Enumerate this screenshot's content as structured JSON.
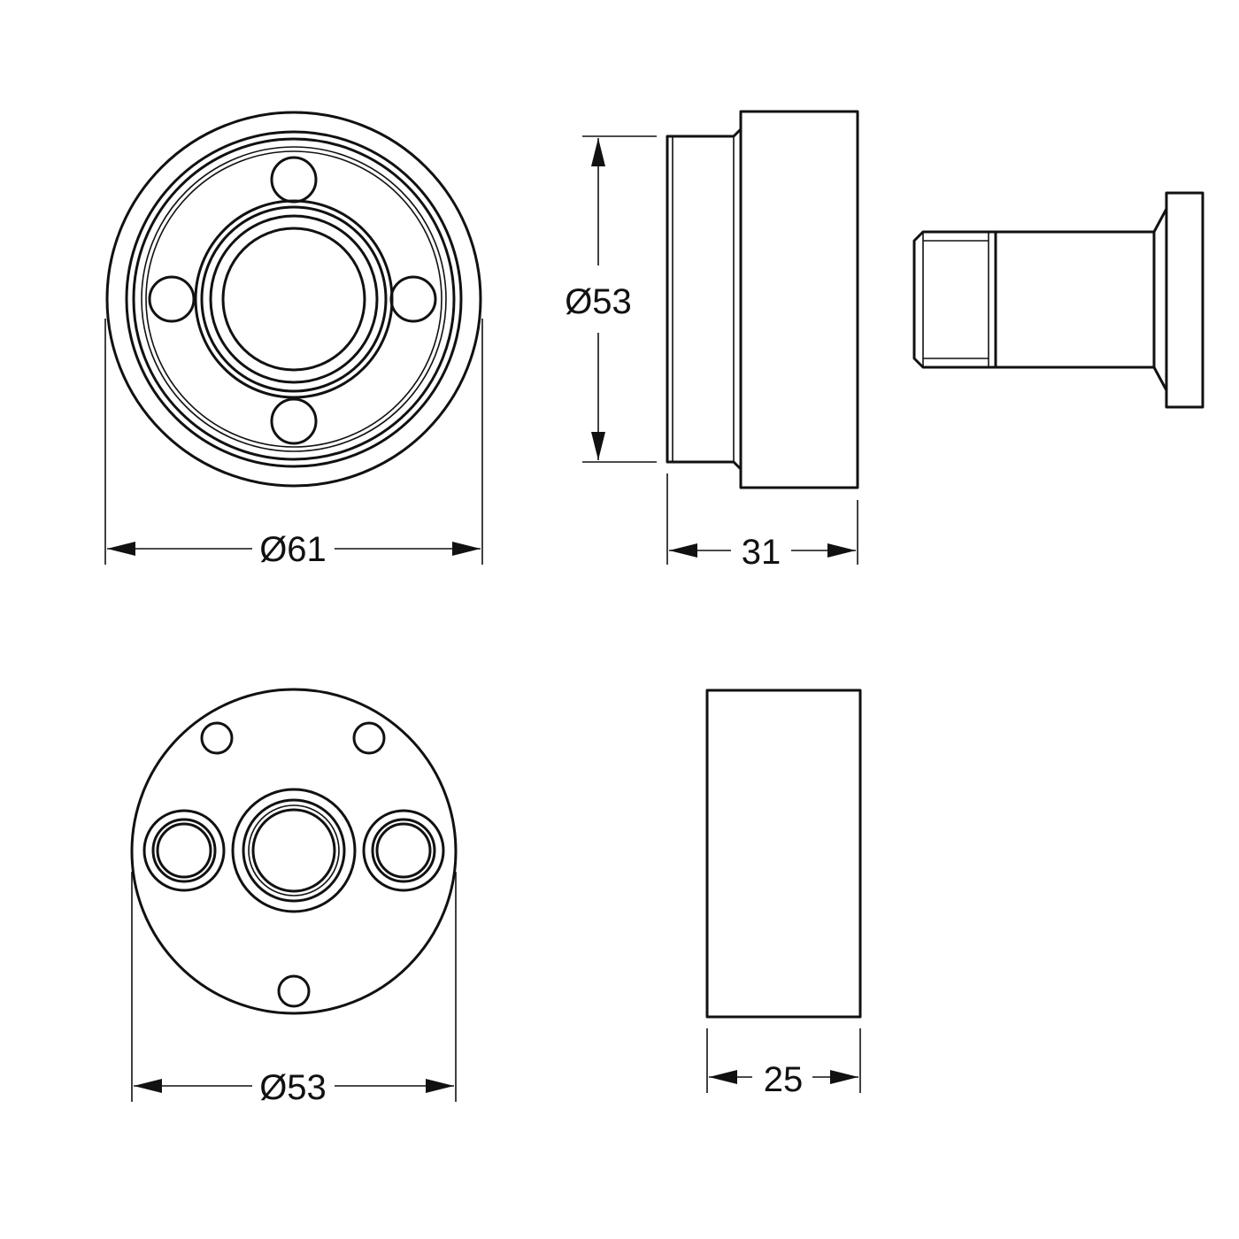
{
  "drawing": {
    "colors": {
      "line": "#111111",
      "background": "#ffffff"
    },
    "dimensions": {
      "top_front_diameter": "Ø61",
      "top_side_diameter": "Ø53",
      "top_side_depth": "31",
      "bottom_front_diameter": "Ø53",
      "bottom_side_depth": "25"
    }
  }
}
